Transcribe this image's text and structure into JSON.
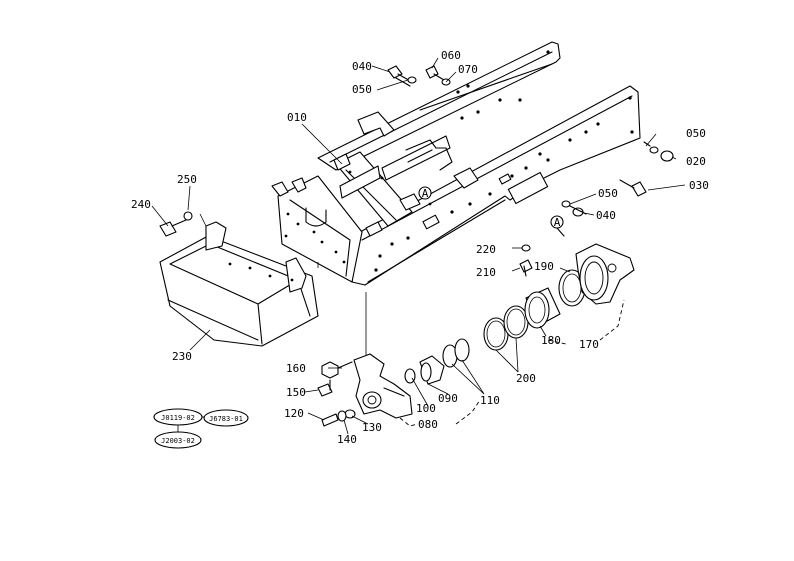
{
  "parts": [
    {
      "key": "p010",
      "label": "010"
    },
    {
      "key": "p020",
      "label": "020"
    },
    {
      "key": "p030",
      "label": "030"
    },
    {
      "key": "p040a",
      "label": "040"
    },
    {
      "key": "p040b",
      "label": "040"
    },
    {
      "key": "p050a",
      "label": "050"
    },
    {
      "key": "p050b",
      "label": "050"
    },
    {
      "key": "p050c",
      "label": "050"
    },
    {
      "key": "p060",
      "label": "060"
    },
    {
      "key": "p070",
      "label": "070"
    },
    {
      "key": "p080",
      "label": "080"
    },
    {
      "key": "p090",
      "label": "090"
    },
    {
      "key": "p100",
      "label": "100"
    },
    {
      "key": "p110",
      "label": "110"
    },
    {
      "key": "p120",
      "label": "120"
    },
    {
      "key": "p130",
      "label": "130"
    },
    {
      "key": "p140",
      "label": "140"
    },
    {
      "key": "p150",
      "label": "150"
    },
    {
      "key": "p160",
      "label": "160"
    },
    {
      "key": "p170",
      "label": "170"
    },
    {
      "key": "p180",
      "label": "180"
    },
    {
      "key": "p190",
      "label": "190"
    },
    {
      "key": "p200",
      "label": "200"
    },
    {
      "key": "p210",
      "label": "210"
    },
    {
      "key": "p220",
      "label": "220"
    },
    {
      "key": "p230",
      "label": "230"
    },
    {
      "key": "p240",
      "label": "240"
    },
    {
      "key": "p250",
      "label": "250"
    }
  ],
  "markers": {
    "a1": "A",
    "a2": "A"
  },
  "references": {
    "r1": "J0119-02",
    "r2": "J6783-01",
    "r3": "J2003-02"
  }
}
